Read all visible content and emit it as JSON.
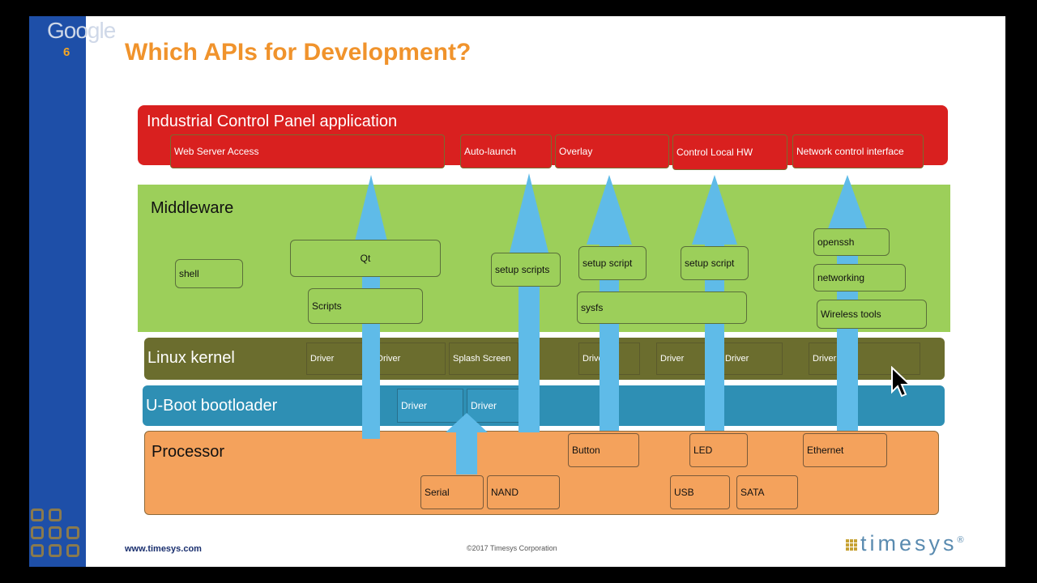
{
  "slide": {
    "google_label": "Google",
    "slide_number": "6",
    "title": "Which APIs for Development?"
  },
  "layers": {
    "application": {
      "title": "Industrial Control Panel application",
      "boxes": [
        "Web Server Access",
        "Auto-launch",
        "Overlay",
        "Control Local HW",
        "Network control interface"
      ]
    },
    "middleware": {
      "title": "Middleware",
      "boxes": [
        "shell",
        "Qt",
        "Scripts",
        "setup scripts",
        "setup script",
        "setup script",
        "sysfs",
        "openssh",
        "networking",
        "Wireless tools"
      ]
    },
    "kernel": {
      "title": "Linux kernel",
      "drivers": [
        "Driver",
        "Driver",
        "Splash Screen",
        "Driver",
        "Driver",
        "Driver",
        "Driver"
      ]
    },
    "uboot": {
      "title": "U-Boot bootloader",
      "drivers": [
        "Driver",
        "Driver"
      ]
    },
    "processor": {
      "title": "Processor",
      "boxes": [
        "Button",
        "LED",
        "Ethernet",
        "Serial",
        "NAND",
        "USB",
        "SATA"
      ]
    }
  },
  "footer": {
    "url": "www.timesys.com",
    "copyright": "©2017 Timesys Corporation",
    "logo": "timesys",
    "logo_mark": "®"
  },
  "colors": {
    "application": "#d9201f",
    "middleware": "#9ccf5a",
    "kernel": "#6b6d2e",
    "uboot": "#2e8fb4",
    "processor": "#f4a25c",
    "arrow": "#5fbbe8",
    "title": "#f0932c"
  },
  "icons": {
    "cursor": "mouse-pointer-icon",
    "grid": "grid-squares-icon"
  }
}
